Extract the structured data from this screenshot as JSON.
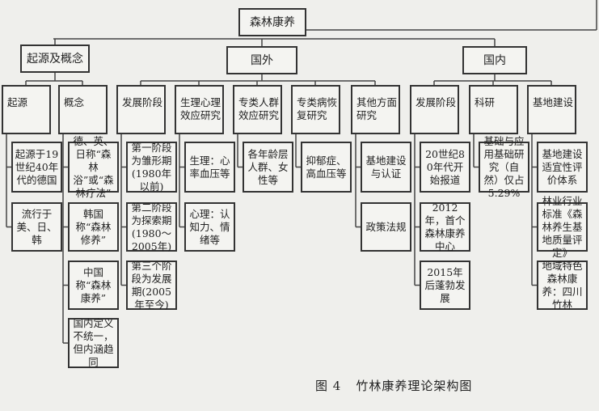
{
  "root": "森林康养",
  "groups": [
    {
      "label": "起源及概念",
      "columns": [
        {
          "label": "起源",
          "items": [
            "起源于19世纪40年代的德国",
            "流行于美、日、韩"
          ]
        },
        {
          "label": "概念",
          "items": [
            "德、英、日称“森林浴”或“森林疗法”",
            "韩国称“森林修养”",
            "中国称“森林康养”",
            "国内定义不统一，但内涵趋同"
          ]
        }
      ]
    },
    {
      "label": "国外",
      "columns": [
        {
          "label": "发展阶段",
          "items": [
            "第一阶段为雏形期(1980年以前)",
            "第二阶段为探索期(1980～2005年)",
            "第三个阶段为发展期(2005年至今)"
          ]
        },
        {
          "label": "生理心理效应研究",
          "items": [
            "生理：心率血压等",
            "心理：认知力、情绪等"
          ]
        },
        {
          "label": "专类人群效应研究",
          "items": [
            "各年龄层人群、女性等"
          ]
        },
        {
          "label": "专类病恢复研究",
          "items": [
            "抑郁症、高血压等"
          ]
        },
        {
          "label": "其他方面研究",
          "items": [
            "基地建设与认证",
            "政策法规"
          ]
        }
      ]
    },
    {
      "label": "国内",
      "columns": [
        {
          "label": "发展阶段",
          "items": [
            "20世纪80年代开始报道",
            "2012年，首个森林康养中心",
            "2015年后蓬勃发展"
          ]
        },
        {
          "label": "科研",
          "items": [
            "基础与应用基础研究（自然）仅占5.29%"
          ]
        },
        {
          "label": "基地建设",
          "items": [
            "基地建设适宜性评价体系",
            "林业行业标准《森林养生基地质量评定》",
            "地域特色森林康养：四川竹林"
          ]
        }
      ]
    }
  ],
  "caption": {
    "number": "图 4",
    "title": "竹林康养理论架构图"
  }
}
